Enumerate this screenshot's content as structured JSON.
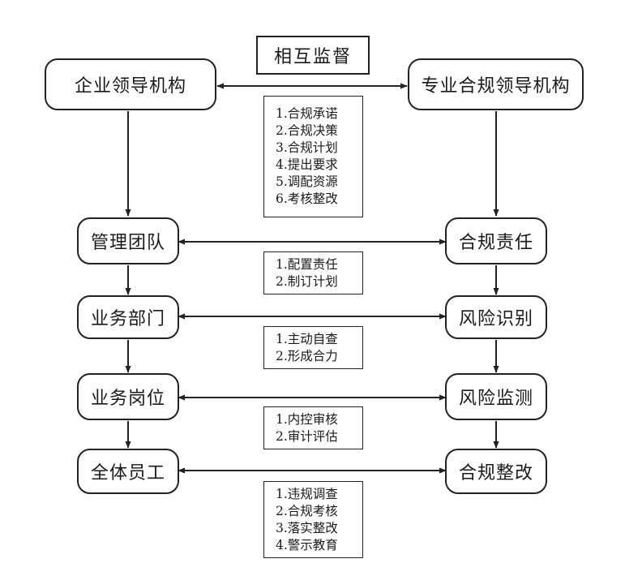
{
  "title": "相互监督",
  "left_chain": [
    "企业领导机构",
    "管理团队",
    "业务部门",
    "业务岗位",
    "全体员工"
  ],
  "right_chain": [
    "专业合规领导机构",
    "合规责任",
    "风险识别",
    "风险监测",
    "合规整改"
  ],
  "notes": [
    [
      "1.合规承诺",
      "2.合规决策",
      "3.合规计划",
      "4.提出要求",
      "5.调配资源",
      "6.考核整改"
    ],
    [
      "1.配置责任",
      "2.制订计划"
    ],
    [
      "1.主动自查",
      "2.形成合力"
    ],
    [
      "1.内控审核",
      "2.审计评估"
    ],
    [
      "1.违规调查",
      "2.合规考核",
      "3.落实整改",
      "4.警示教育"
    ]
  ]
}
